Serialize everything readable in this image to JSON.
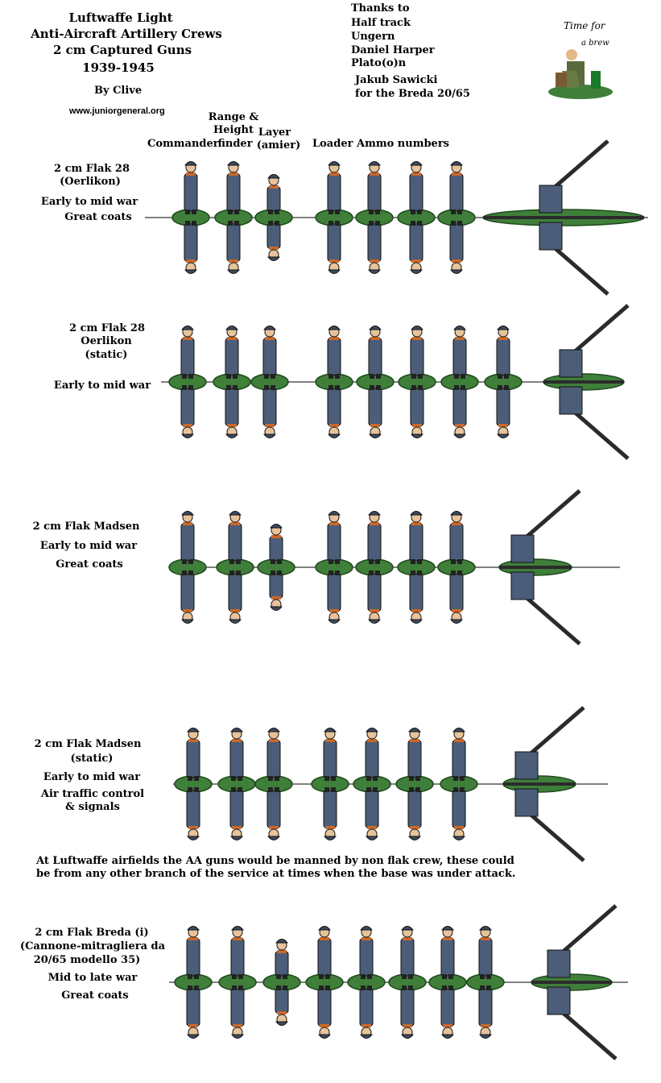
{
  "header": {
    "title_lines": [
      "Luftwaffe Light",
      "Anti-Aircraft Artillery Crews",
      "2 cm Captured Guns",
      "1939-1945"
    ],
    "author": "By Clive",
    "site": "www.juniorgeneral.org"
  },
  "thanks": {
    "lines": [
      "Thanks to",
      "Half track",
      "Ungern",
      "Daniel Harper",
      "Plato(o)n"
    ],
    "extra_lines": [
      "Jakub Sawicki",
      "for the Breda 20/65"
    ]
  },
  "brew": {
    "line1": "Time for",
    "line2": "a brew"
  },
  "column_headers": {
    "commander": "Commander",
    "range_finder": [
      "Range &",
      "Height",
      "finder"
    ],
    "layer": [
      "Layer",
      "(amier)"
    ],
    "loader": "Loader",
    "ammo": "Ammo numbers"
  },
  "rows": [
    {
      "lines": [
        "2 cm Flak 28",
        "(Oerlikon)",
        "",
        "Early to mid war",
        "Great coats"
      ]
    },
    {
      "lines": [
        "2 cm Flak 28",
        "Oerlikon",
        "(static)",
        "",
        "Early to mid war"
      ]
    },
    {
      "lines": [
        "2 cm Flak Madsen",
        "Early to mid war",
        "Great coats"
      ]
    },
    {
      "lines": [
        "2 cm Flak Madsen",
        "(static)",
        "Early to mid war",
        "Air traffic control",
        "& signals"
      ]
    },
    {
      "lines": [
        "2 cm Flak Breda (i)",
        "(Cannone-mitragliera  da",
        "20/65 modello 35)",
        "Mid to late war",
        "Great coats"
      ]
    }
  ],
  "note": [
    "At Luftwaffe airfields the AA guns would be manned by non flak crew, these could",
    "be from any other branch of the service at times when the base was under attack."
  ],
  "colors": {
    "uniform": "#4b5d78",
    "base": "#3f7f3a",
    "base_dark": "#1f4a1c",
    "gun": "#2b2b2b",
    "collar": "#c8692c"
  }
}
